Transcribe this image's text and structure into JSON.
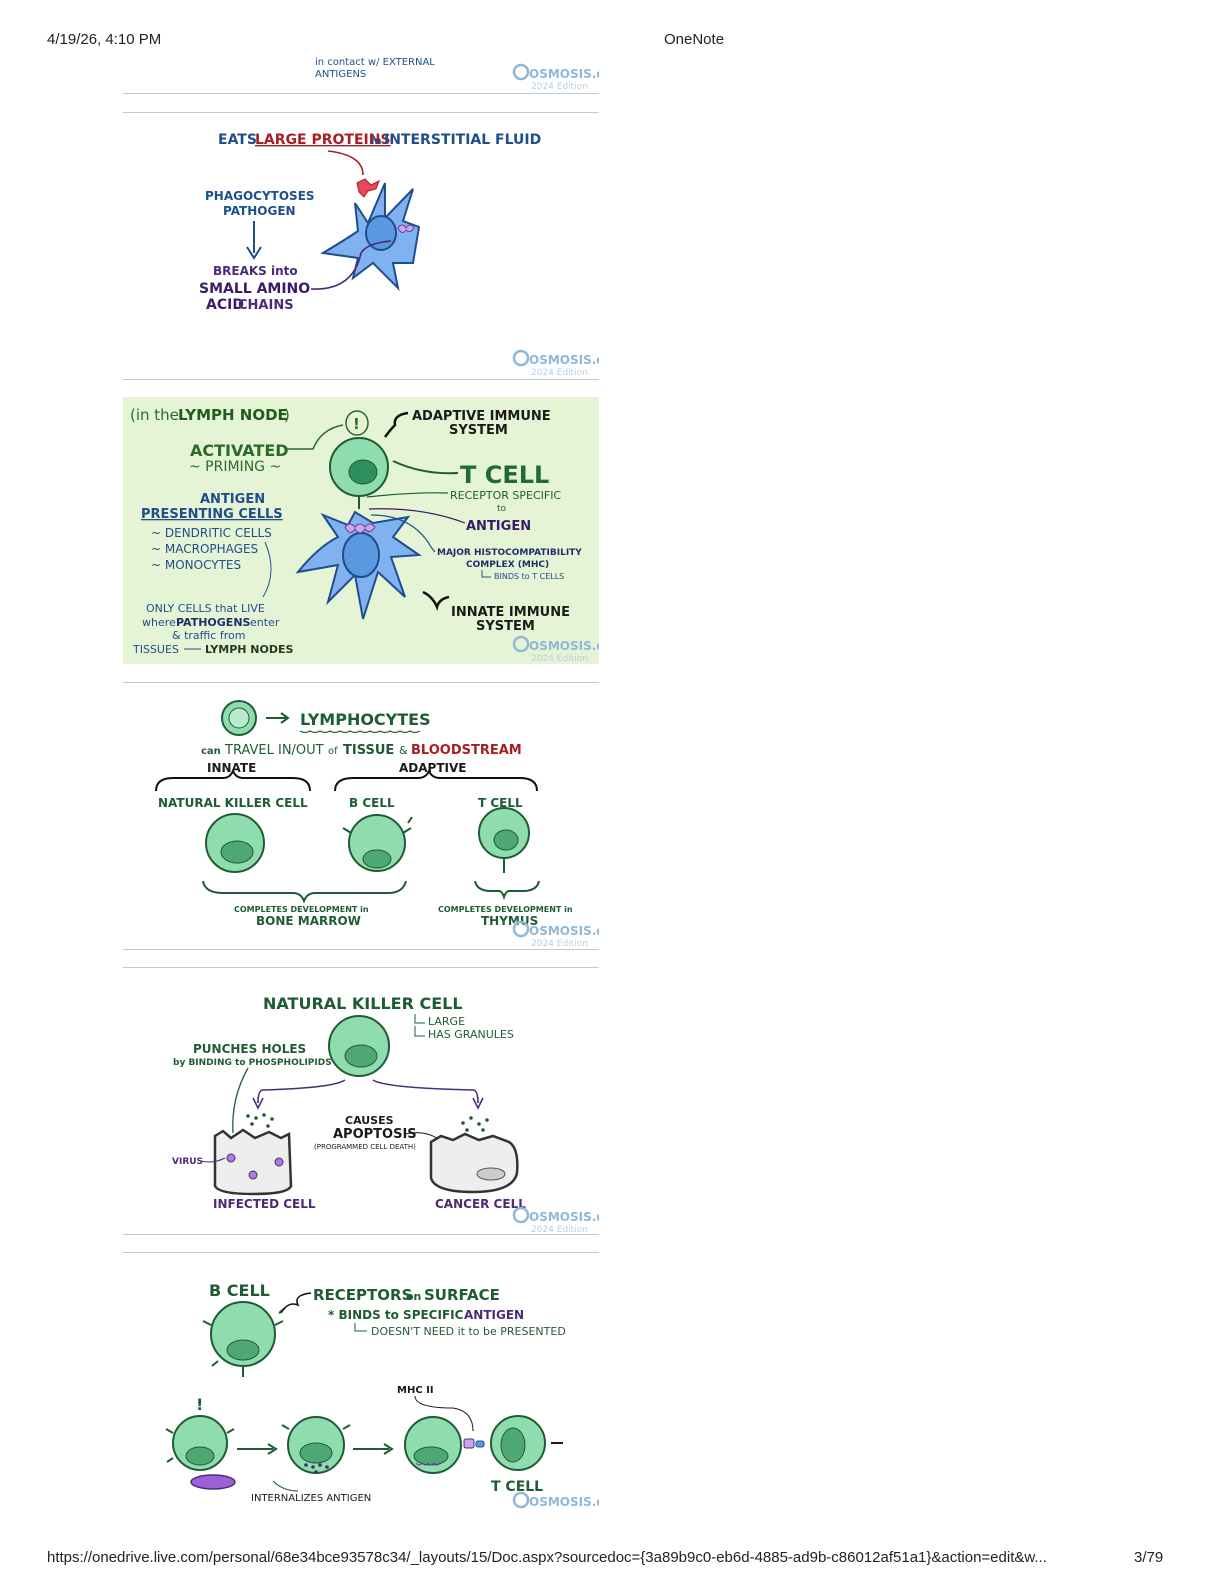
{
  "header": {
    "datetime": "4/19/26, 4:10 PM",
    "app": "OneNote"
  },
  "footer": {
    "url": "https://onedrive.live.com/personal/68e34bce93578c34/_layouts/15/Doc.aspx?sourcedoc={3a89b9c0-eb6d-4885-ad9b-c86012af51a1}&action=edit&w...",
    "page": "3/79"
  },
  "watermark": {
    "brand": "OSMOSIS.org",
    "edition": "2024 Edition"
  },
  "panel0": {
    "line1": "in contact w/ EXTERNAL",
    "line2": "ANTIGENS"
  },
  "panel1": {
    "eats": "EATS",
    "large_proteins": "LARGE PROTEINS",
    "in": "in",
    "interstitial": "INTERSTITIAL FLUID",
    "phago1": "PHAGOCYTOSES",
    "phago2": "PATHOGEN",
    "breaks": "BREAKS into",
    "small": "SMALL AMINO",
    "acid": "ACID",
    "chains": "CHAINS"
  },
  "panel2": {
    "in_the": "(in the",
    "lymph_node": "LYMPH NODE",
    "close_paren": ")",
    "activated": "ACTIVATED",
    "priming": "~ PRIMING ~",
    "excl": "!",
    "adaptive1": "ADAPTIVE IMMUNE",
    "adaptive2": "SYSTEM",
    "t_cell": "T CELL",
    "receptor1": "RECEPTOR SPECIFIC",
    "receptor2": "to",
    "antigen": "ANTIGEN",
    "apc1": "ANTIGEN",
    "apc2": "PRESENTING CELLS",
    "dendritic": "~ DENDRITIC CELLS",
    "macrophages": "~ MACROPHAGES",
    "monocytes": "~ MONOCYTES",
    "mhc1": "MAJOR HISTOCOMPATIBILITY",
    "mhc2": "COMPLEX (MHC)",
    "mhc3": "BINDS to T CELLS",
    "only1": "ONLY CELLS that LIVE",
    "only2a": "where",
    "only2b": "PATHOGENS",
    "only2c": "enter",
    "only3": "& traffic from",
    "only4a": "TISSUES",
    "only4b": "LYMPH NODES",
    "innate1": "INNATE IMMUNE",
    "innate2": "SYSTEM"
  },
  "panel3": {
    "lymphocytes": "LYMPHOCYTES",
    "travel_a": "can",
    "travel_b": "TRAVEL IN/OUT",
    "travel_c": "of",
    "travel_d": "TISSUE",
    "travel_e": "&",
    "travel_f": "BLOODSTREAM",
    "innate": "INNATE",
    "adaptive": "ADAPTIVE",
    "nk": "NATURAL KILLER CELL",
    "b": "B CELL",
    "t": "T CELL",
    "dev1a": "COMPLETES DEVELOPMENT in",
    "dev1b": "BONE MARROW",
    "dev2a": "COMPLETES DEVELOPMENT in",
    "dev2b": "THYMUS"
  },
  "panel4": {
    "nk": "NATURAL KILLER CELL",
    "large": "LARGE",
    "granules": "HAS GRANULES",
    "punches1": "PUNCHES HOLES",
    "punches2": "by BINDING to PHOSPHOLIPIDS",
    "causes": "CAUSES",
    "apoptosis": "APOPTOSIS",
    "programmed": "(PROGRAMMED CELL DEATH)",
    "virus": "VIRUS",
    "infected": "INFECTED CELL",
    "cancer": "CANCER CELL"
  },
  "panel5": {
    "b_cell": "B CELL",
    "receptors_a": "RECEPTORS",
    "receptors_b": "on",
    "receptors_c": "SURFACE",
    "binds_a": "* BINDS to SPECIFIC",
    "binds_b": "ANTIGEN",
    "doesnt": "DOESN'T NEED it to be PRESENTED",
    "excl": "!",
    "mhc2": "MHC II",
    "internalizes": "INTERNALIZES ANTIGEN",
    "t_cell": "T CELL"
  },
  "colors": {
    "green_dark": "#1f5c35",
    "green_cell": "#8fdcae",
    "blue_cell": "#7fb2ee",
    "navy": "#1f4e8c",
    "red": "#a61f25",
    "purple": "#4b2a7a",
    "panel_bg": "#e6f4d6"
  }
}
